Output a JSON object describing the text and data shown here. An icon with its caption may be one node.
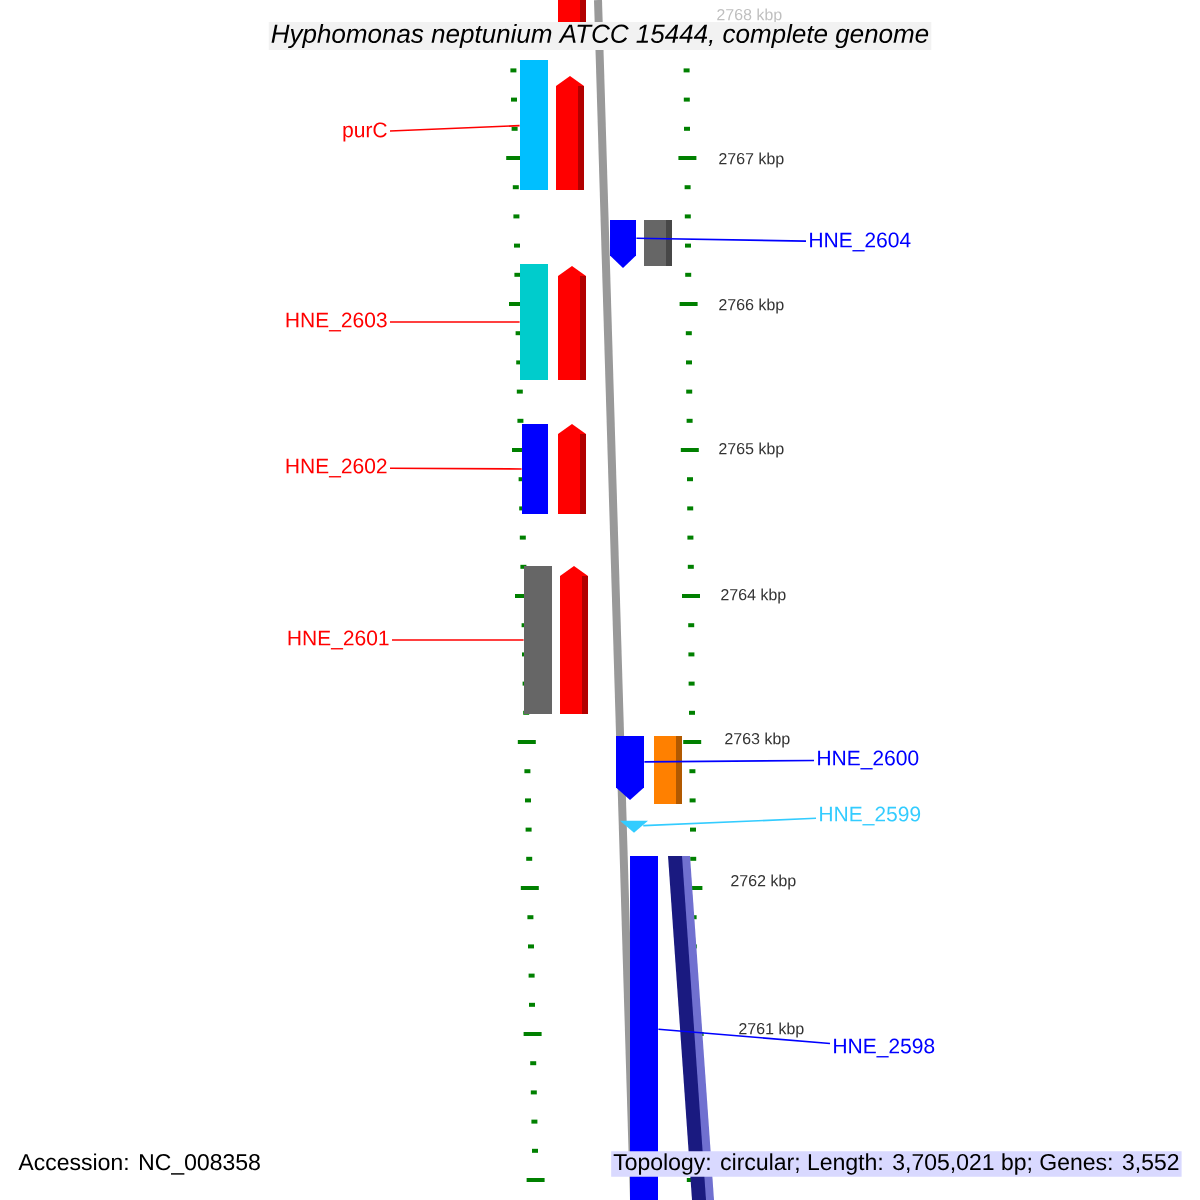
{
  "diagram": {
    "title": "Hyphomonas neptunium ATCC 15444, complete genome",
    "nodes": [
      {
        "text": [
          "purC"
        ]
      },
      {
        "text": [],
        "shape": "bar"
      },
      {
        "text": [
          "HNE_2604"
        ]
      },
      {
        "text": [],
        "shape": "bar"
      },
      {
        "text": [
          "HNE_2603"
        ]
      },
      {
        "text": [],
        "shape": "bar"
      },
      {
        "text": [
          "HNE_2602"
        ]
      },
      {
        "text": [],
        "shape": "bar"
      },
      {
        "text": [
          "HNE_2601"
        ]
      },
      {
        "text": [],
        "shape": "bar"
      },
      {
        "text": [
          "HNE_2600"
        ]
      },
      {
        "text": [],
        "shape": "bar"
      },
      {
        "text": [
          "HNE_2599"
        ]
      },
      {
        "text": [],
        "shape": "triangle"
      },
      {
        "text": [
          "HNE_2598"
        ]
      },
      {
        "text": [],
        "shape": "bar"
      }
    ],
    "edges": [
      {
        "from": 0,
        "to": 1,
        "arrow": "none"
      },
      {
        "from": 2,
        "to": 3,
        "arrow": "none",
        "color": "#0000ff"
      },
      {
        "from": 4,
        "to": 5,
        "arrow": "none"
      },
      {
        "from": 6,
        "to": 7,
        "arrow": "none"
      },
      {
        "from": 8,
        "to": 9,
        "arrow": "none"
      },
      {
        "from": 10,
        "to": 11,
        "arrow": "none",
        "color": "#0000ff"
      },
      {
        "from": 12,
        "to": 13,
        "arrow": "none",
        "color": "#33ccff"
      },
      {
        "from": 14,
        "to": 15,
        "arrow": "none",
        "color": "#0000ff"
      }
    ],
    "labels": [
      "2768 kbp",
      "2767 kbp",
      "2766 kbp",
      "2765 kbp",
      "2764 kbp",
      "2763 kbp",
      "2762 kbp",
      "2761 kbp",
      "Accession: NC_008358",
      "Topology: circular; Length: 3,705,021 bp; Genes: 3,552"
    ]
  }
}
